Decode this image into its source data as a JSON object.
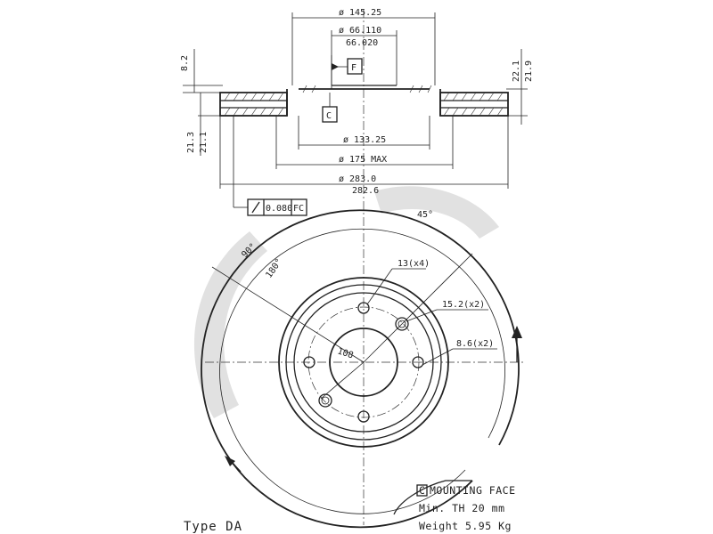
{
  "dimensions": {
    "outer_diameter_top": "ø 145.25",
    "bore_top": "ø 66.110",
    "bore_bottom": "66.020",
    "hat_diameter": "ø 133.25",
    "max_diameter": "ø 175 MAX",
    "disc_diameter_top": "ø 283.0",
    "disc_diameter_bottom": "282.6",
    "height_left": "8.2",
    "thickness_left_top": "21.3",
    "thickness_left_bottom": "21.1",
    "thickness_right_top": "22.1",
    "thickness_right_bottom": "21.9",
    "runout_value": "0.080",
    "runout_ref": "FC",
    "angle_45": "45°",
    "angle_90": "90°",
    "angle_180": "180°",
    "holes_13": "13(x4)",
    "holes_15": "15.2(x2)",
    "holes_8": "8.6(x2)",
    "pcd": "108"
  },
  "datums": {
    "f_label": "F",
    "c_label": "C"
  },
  "notes": {
    "mounting_face_symbol": "C",
    "mounting_face": "MOUNTING FACE",
    "min_thickness": "Min. TH 20  mm",
    "weight": "Weight 5.95 Kg",
    "type": "Type DA"
  }
}
